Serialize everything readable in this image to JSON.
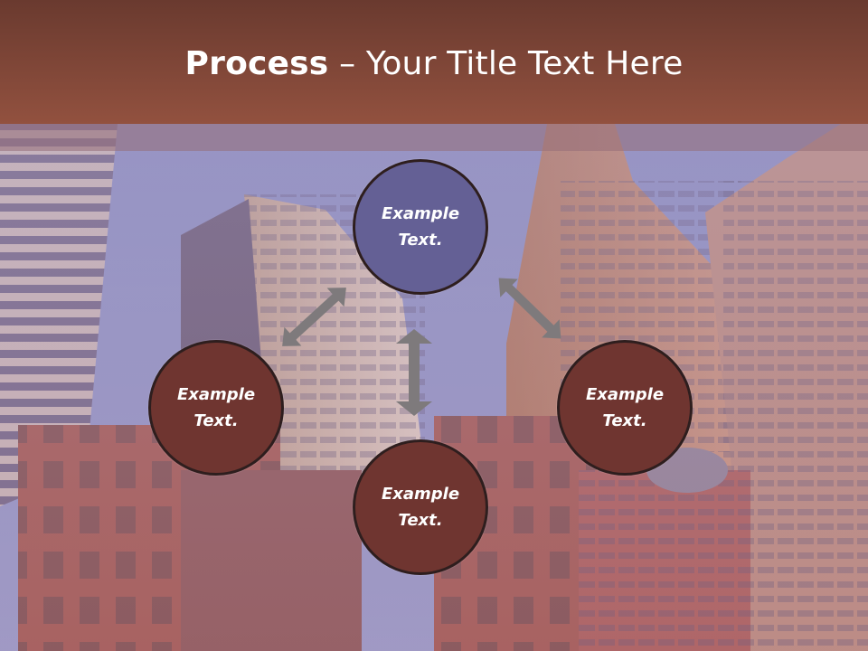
{
  "title": {
    "bold": "Process",
    "rest": " – Your Title Text Here"
  },
  "nodes": {
    "top": {
      "line1": "Example",
      "line2": "Text."
    },
    "left": {
      "line1": "Example",
      "line2": "Text."
    },
    "right": {
      "line1": "Example",
      "line2": "Text."
    },
    "bottom": {
      "line1": "Example",
      "line2": "Text."
    }
  },
  "colors": {
    "title_bar": "#7d4535",
    "top_circle": "#646095",
    "other_circles": "#6f3530",
    "arrows": "#7e7a7c"
  }
}
